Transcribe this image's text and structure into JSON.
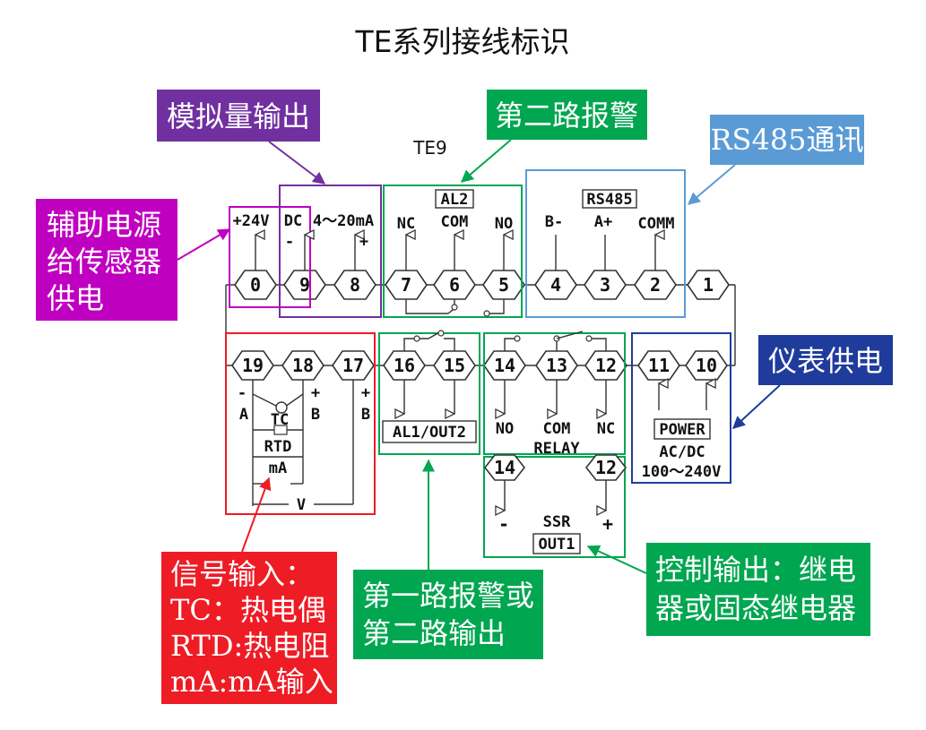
{
  "title": "TE系列接线标识",
  "model": "TE9",
  "colors": {
    "purple": "#7030a0",
    "green": "#00a650",
    "blue": "#5b9bd5",
    "magenta": "#c000c0",
    "red": "#ee1c25",
    "navy": "#1f3c9c"
  },
  "callouts": {
    "analog_output": "模拟量输出",
    "alarm2": "第二路报警",
    "rs485": "RS485通讯",
    "aux_power": [
      "辅助电源",
      "给传感器",
      "供电"
    ],
    "meter_power": "仪表供电",
    "signal_input": [
      "信号输入：",
      "TC：热电偶",
      "RTD:热电阻",
      "mA:mA输入"
    ],
    "alarm1": [
      "第一路报警或",
      "第二路输出"
    ],
    "control_output": [
      "控制输出：继电",
      "器或固态继电器"
    ]
  },
  "terminals": {
    "top": [
      "0",
      "9",
      "8",
      "7",
      "6",
      "5",
      "4",
      "3",
      "2",
      "1"
    ],
    "bottom": [
      "19",
      "18",
      "17",
      "16",
      "15",
      "14",
      "13",
      "12",
      "11",
      "10"
    ],
    "ssr": [
      "14",
      "12"
    ]
  },
  "labels": {
    "v24": "+24V",
    "dc": "DC",
    "minus": "-",
    "plus": "+",
    "ma_range": "4～20mA",
    "al2": "AL2",
    "nc": "NC",
    "com": "COM",
    "no": "NO",
    "rs485_box": "RS485",
    "b_minus": "B-",
    "a_plus": "A+",
    "comm": "COMM",
    "a": "A",
    "b": "B",
    "tc": "TC",
    "rtd": "RTD",
    "ma": "mA",
    "v": "V",
    "al1_out2": "AL1/OUT2",
    "relay": "RELAY",
    "ssr": "SSR",
    "out1": "OUT1",
    "power": "POWER",
    "acdc": "AC/DC",
    "voltage": "100～240V"
  }
}
